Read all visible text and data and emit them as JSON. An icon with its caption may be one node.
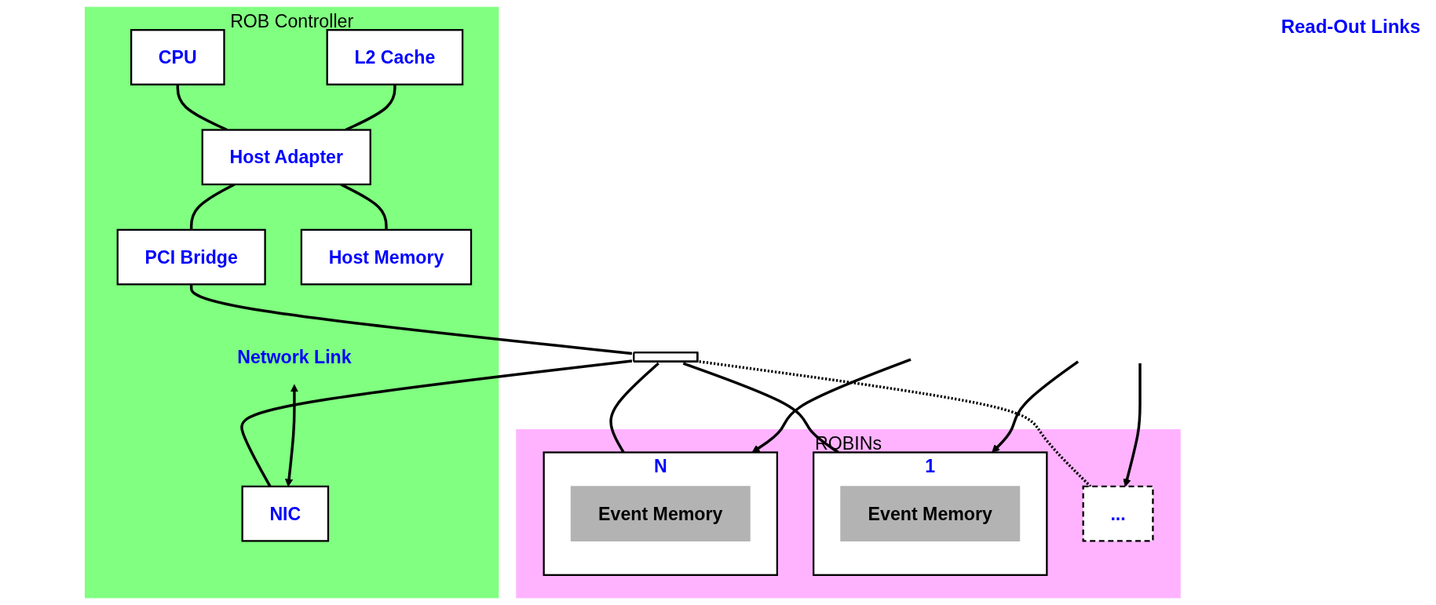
{
  "diagram": {
    "nodes": [
      {
        "text": [
          "ROB Controller"
        ]
      },
      {
        "text": [
          "CPU"
        ],
        "in": 0
      },
      {
        "text": [
          "L2 Cache"
        ],
        "in": 0
      },
      {
        "text": [
          "Host Adapter"
        ],
        "in": 0
      },
      {
        "text": [
          "PCI Bridge"
        ],
        "in": 0
      },
      {
        "text": [
          "Host Memory"
        ],
        "in": 0
      },
      {
        "text": [
          "NIC"
        ],
        "in": 0
      },
      {
        "text": [
          "Network Link"
        ],
        "in": 0
      },
      {
        "text": [
          "ROBINs"
        ]
      },
      {
        "text": [
          "1"
        ],
        "in": 8
      },
      {
        "text": [
          "Event Memory"
        ],
        "in": 9
      },
      {
        "text": [
          "..."
        ],
        "in": 8
      },
      {
        "text": [
          "N"
        ],
        "in": 8
      },
      {
        "text": [
          "Event Memory"
        ],
        "in": 12
      },
      {
        "text": [],
        "shape": "bar"
      }
    ],
    "edges": [
      {
        "from": 1,
        "to": 3,
        "arrow": "none"
      },
      {
        "from": 2,
        "to": 3,
        "arrow": "none"
      },
      {
        "from": 3,
        "to": 4,
        "arrow": "none"
      },
      {
        "from": 3,
        "to": 5,
        "arrow": "none"
      },
      {
        "from": 4,
        "to": 14,
        "arrow": "none"
      },
      {
        "from": 14,
        "to": 6,
        "arrow": "none"
      },
      {
        "from": 14,
        "to": 9,
        "arrow": "none"
      },
      {
        "from": 14,
        "to": 11,
        "arrow": "none",
        "style": "dashed"
      },
      {
        "from": 14,
        "to": 12,
        "arrow": "none"
      },
      {
        "from": 7,
        "to": 6,
        "arrow": "both"
      },
      {
        "from": null,
        "to": 9,
        "arrow": "to"
      },
      {
        "from": null,
        "to": 11,
        "arrow": "to"
      },
      {
        "from": null,
        "to": 12,
        "arrow": "to"
      }
    ],
    "labels": [
      "Read-Out Links"
    ]
  }
}
